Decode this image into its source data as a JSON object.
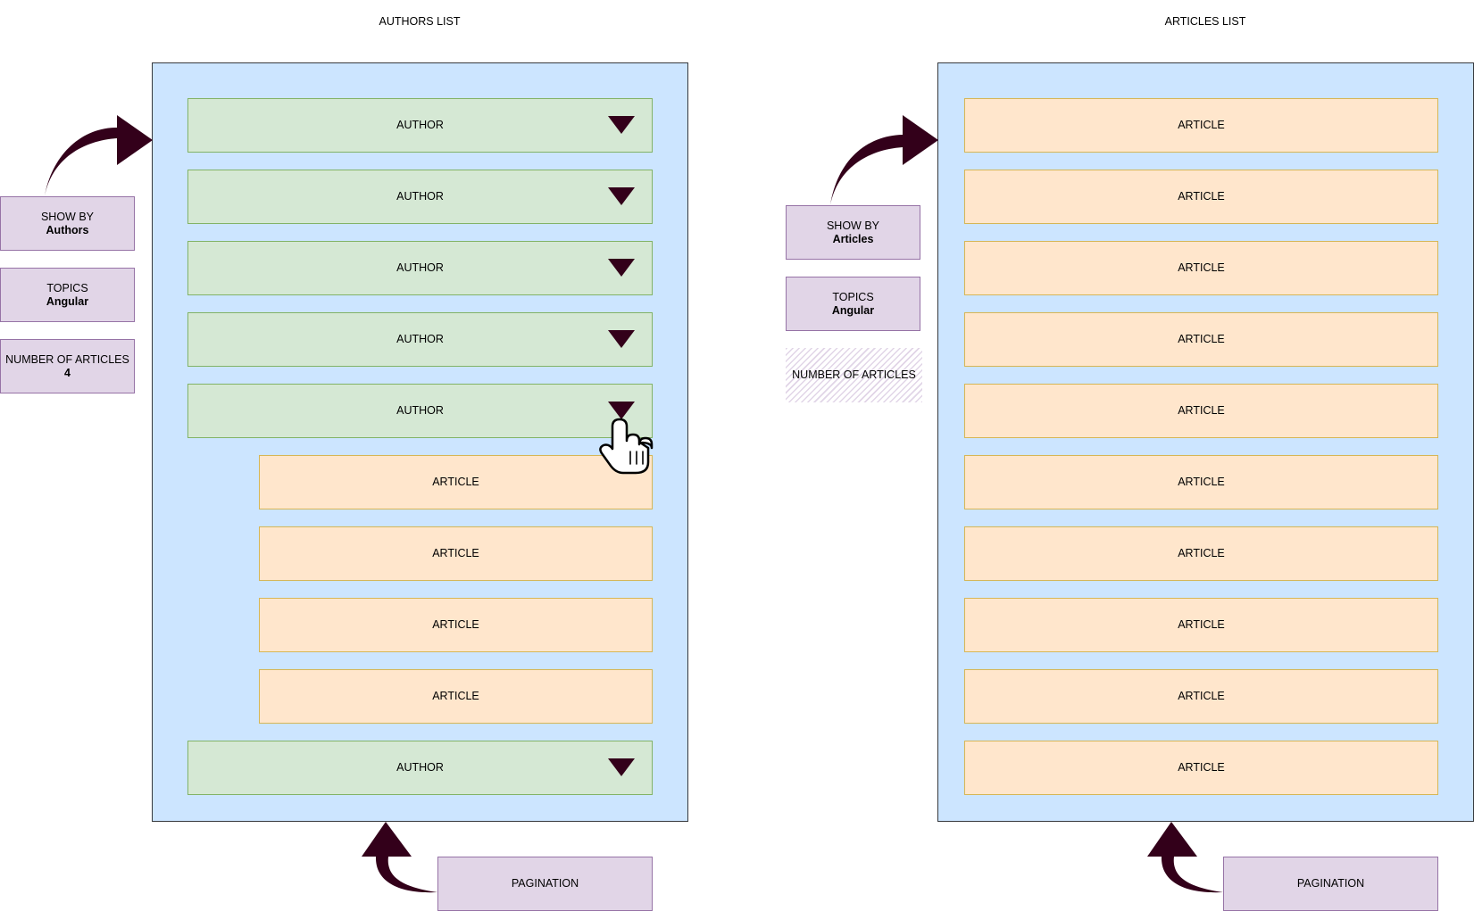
{
  "authors_view": {
    "title": "AUTHORS LIST",
    "controls": {
      "show_by": {
        "label": "SHOW BY",
        "value": "Authors"
      },
      "topics": {
        "label": "TOPICS",
        "value": "Angular"
      },
      "number_of_articles": {
        "label": "NUMBER OF ARTICLES",
        "value": "4"
      }
    },
    "author_label": "AUTHOR",
    "article_label": "ARTICLE",
    "pagination_label": "PAGINATION"
  },
  "articles_view": {
    "title": "ARTICLES LIST",
    "controls": {
      "show_by": {
        "label": "SHOW BY",
        "value": "Articles"
      },
      "topics": {
        "label": "TOPICS",
        "value": "Angular"
      },
      "number_of_articles": {
        "label": "NUMBER OF ARTICLES"
      }
    },
    "article_label": "ARTICLE",
    "pagination_label": "PAGINATION"
  },
  "colors": {
    "panel": "#cce5ff",
    "author_fill": "#d5e8d4",
    "article_fill": "#ffe6cc",
    "control_fill": "#e1d5e7",
    "arrow": "#33001a",
    "expand_icon": "#33001a"
  },
  "icons": {
    "expand": "triangle-down-icon",
    "pointer": "hand-pointer-icon",
    "connector": "curved-arrow-icon"
  }
}
